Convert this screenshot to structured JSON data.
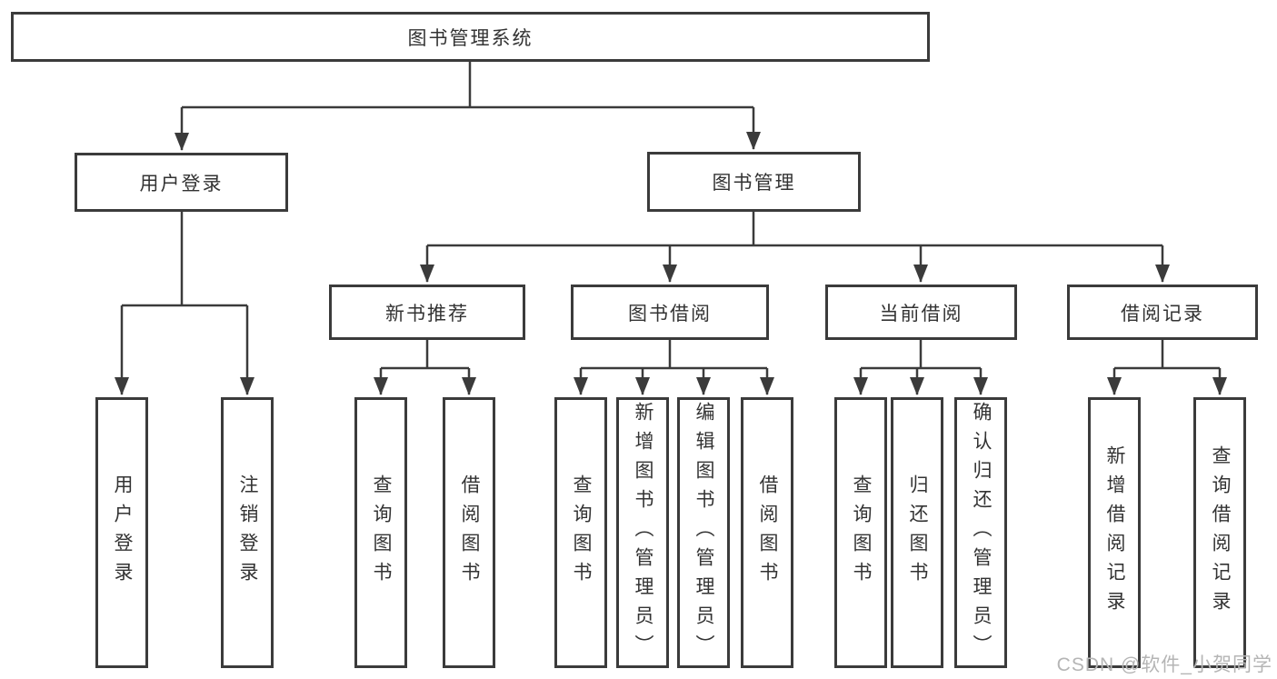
{
  "diagram_title": "图书管理系统",
  "watermark": {
    "text": "CSDN @软件_小贺同学"
  },
  "colors": {
    "line": "#3b3b3b",
    "box_border": "#3b3b3b",
    "text": "#333333",
    "watermark": "#b5b5b5",
    "background": "#ffffff"
  },
  "tree": {
    "label": "图书管理系统",
    "children": [
      {
        "label": "用户登录",
        "children": [
          {
            "label": "用户登录"
          },
          {
            "label": "注销登录"
          }
        ]
      },
      {
        "label": "图书管理",
        "children": [
          {
            "label": "新书推荐",
            "children": [
              {
                "label": "查询图书"
              },
              {
                "label": "借阅图书"
              }
            ]
          },
          {
            "label": "图书借阅",
            "children": [
              {
                "label": "查询图书"
              },
              {
                "label": "新增图书（管理员）"
              },
              {
                "label": "编辑图书（管理员）"
              },
              {
                "label": "借阅图书"
              }
            ]
          },
          {
            "label": "当前借阅",
            "children": [
              {
                "label": "查询图书"
              },
              {
                "label": "归还图书"
              },
              {
                "label": "确认归还（管理员）"
              }
            ]
          },
          {
            "label": "借阅记录",
            "children": [
              {
                "label": "新增借阅记录"
              },
              {
                "label": "查询借阅记录"
              }
            ]
          }
        ]
      }
    ]
  }
}
